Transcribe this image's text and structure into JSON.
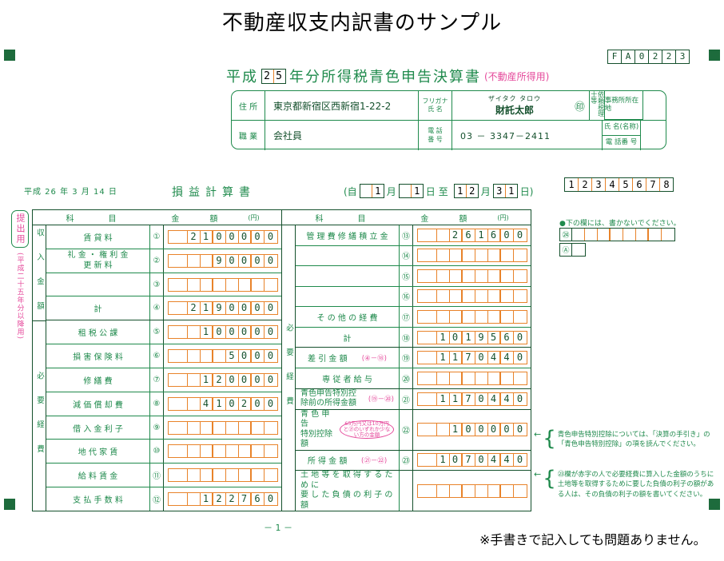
{
  "page_title": "不動産収支内訳書のサンプル",
  "form_code": "FA0223",
  "header": {
    "era": "平成",
    "year_digits": "25",
    "title_main": "年分所得税青色申告決算書",
    "title_sub": "(不動産所得用)"
  },
  "address_block": {
    "address_label": "住  所",
    "address_value": "東京都新宿区西新宿1-22-2",
    "occupation_label": "職  業",
    "occupation_value": "会社員",
    "furigana_label_1": "フリガナ",
    "furigana_label_2": "氏  名",
    "name_kana": "ザイタク タロウ",
    "name_value": "財託太郎",
    "seal_mark": "㊞",
    "tel_label_1": "電  話",
    "tel_label_2": "番  号",
    "tel_value": "03    － 3347－2411",
    "irai_label": "依頼税理士等",
    "office_addr_label": "事務所所在地",
    "office_name_label": "氏  名(名称)",
    "office_tel_label": "電  話番  号"
  },
  "submission_tab": {
    "box_label": "提出用",
    "note": "(平成二十五年分以降用)"
  },
  "statement": {
    "date_stamp": "平成 26 年  3 月 14 日",
    "title": "損益計算書",
    "period_prefix": "(自",
    "period_from_month": [
      "",
      "1"
    ],
    "month_label": "月",
    "period_from_day": [
      "",
      "1"
    ],
    "day_label": "日",
    "period_mid": "至",
    "period_to_month": [
      "1",
      "2"
    ],
    "period_to_day": [
      "3",
      "1"
    ],
    "period_suffix": "日)"
  },
  "table_headers": {
    "item_1": "科",
    "item_2": "目",
    "amount_1": "金",
    "amount_2": "額",
    "amount_unit": "(円)"
  },
  "side_labels": {
    "left_income": "収 入 金 額",
    "left_expense": "必 要 経 費",
    "mid_expense": "必 要 経 費"
  },
  "left_rows": [
    {
      "no": "①",
      "label": "賃  貸  料",
      "value": "2100000",
      "style": "spaced"
    },
    {
      "no": "②",
      "label_line1": "礼 金 ・ 権 利 金",
      "label_line2": "更        新        料",
      "value": "90000",
      "style": "stack"
    },
    {
      "no": "③",
      "label": "",
      "value": "",
      "style": "spaced"
    },
    {
      "no": "④",
      "label": "計",
      "value": "2190000",
      "style": "center"
    },
    {
      "no": "⑤",
      "label": "租  税  公  課",
      "value": "100000",
      "style": "spaced"
    },
    {
      "no": "⑥",
      "label": "損 害 保 険 料",
      "value": "5000",
      "style": "spaced"
    },
    {
      "no": "⑦",
      "label": "修     繕     費",
      "value": "120000",
      "style": "spaced"
    },
    {
      "no": "⑧",
      "label": "減 価 償 却 費",
      "value": "410200",
      "style": "spaced"
    },
    {
      "no": "⑨",
      "label": "借 入 金 利 子",
      "value": "",
      "style": "spaced"
    },
    {
      "no": "⑩",
      "label": "地  代  家  賃",
      "value": "",
      "style": "spaced"
    },
    {
      "no": "⑪",
      "label": "給  料  賃  金",
      "value": "",
      "style": "spaced"
    },
    {
      "no": "⑫",
      "label": "支 払 手 数 料",
      "value": "122760",
      "style": "spaced"
    }
  ],
  "right_rows": [
    {
      "no": "⑬",
      "label": "管 理 費 修 繕 積 立 金",
      "value": "261600",
      "style": "center"
    },
    {
      "no": "⑭",
      "label": "",
      "value": "",
      "style": "spaced"
    },
    {
      "no": "⑮",
      "label": "",
      "value": "",
      "style": "spaced"
    },
    {
      "no": "⑯",
      "label": "",
      "value": "",
      "style": "spaced"
    },
    {
      "no": "⑰",
      "label": "そ の 他 の 経 費",
      "value": "",
      "style": "spaced"
    },
    {
      "no": "⑱",
      "label": "計",
      "value": "1019560",
      "style": "center"
    },
    {
      "no": "⑲",
      "label": "差 引 金 額",
      "formula": "(④－⑱)",
      "value": "1170440",
      "style": "formula"
    },
    {
      "no": "⑳",
      "label": "専 従 者 給 与",
      "value": "",
      "style": "spaced"
    },
    {
      "no": "㉑",
      "label_line1": "青色申告特別控",
      "label_line2": "除前の所得金額",
      "formula": "(⑲－⑳)",
      "value": "1170440",
      "style": "stack_formula"
    },
    {
      "no": "㉒",
      "label_line1": "青 色 申 告",
      "label_line2": "特別控除額",
      "annotation": "65万円又は10万円と㉑のいずれか少ない方の金額",
      "value": "100000",
      "style": "stack_annot"
    },
    {
      "no": "㉓",
      "label": "所 得 金 額",
      "formula": "(㉑－㉒)",
      "value": "1070440",
      "style": "formula"
    },
    {
      "no": "",
      "label_line1": "土 地 等 を 取 得 す る た め に",
      "label_line2": "要 し た 負 債 の 利 子 の 額",
      "value": "",
      "style": "stack2"
    }
  ],
  "top_right": {
    "number_strip": "12345678",
    "no_write_note": "●下の欄には、書かないでください。",
    "row_labels": [
      "㉔",
      "Ⓐ"
    ]
  },
  "side_notes": [
    "青色申告特別控除については、「決算の手引き」の「青色申告特別控除」の項を読んでください。",
    "㉓欄が赤字の人で必要経費に算入した金額のうちに土地等を取得するために要した負債の利子の額がある人は、その負債の利子の額を書いてください。"
  ],
  "page_number": "－ 1 －",
  "footer_note": "※手書きで記入しても問題ありません。",
  "colors": {
    "green": "#1f8a4c",
    "dark_green": "#14502c",
    "orange": "#e8832a",
    "pink": "#e5499b"
  }
}
